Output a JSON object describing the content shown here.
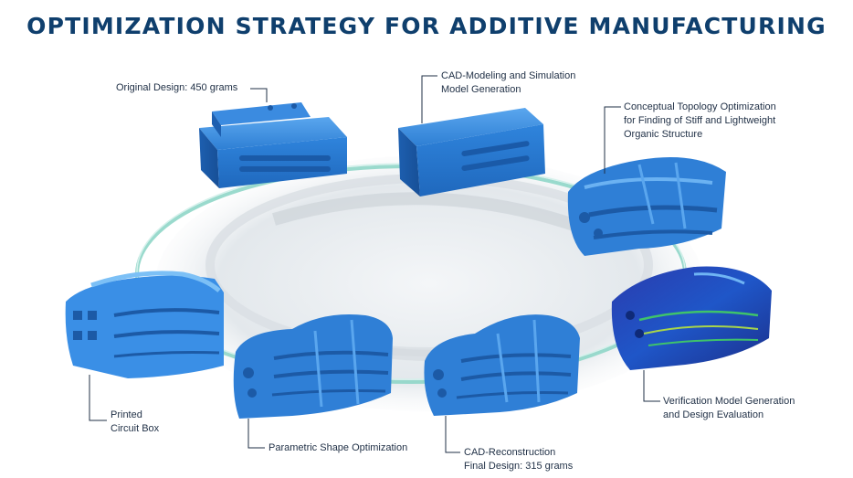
{
  "title": "OPTIMIZATION STRATEGY FOR ADDITIVE MANUFACTURING",
  "colors": {
    "title": "#0f3f6d",
    "part": "#2f7fd6",
    "ring": "#8fd6c8",
    "fea": "#2c3fb0"
  },
  "steps": [
    {
      "id": "original",
      "lines": [
        "Original Design: 450 grams"
      ]
    },
    {
      "id": "cad-model",
      "lines": [
        "CAD-Modeling and Simulation",
        "Model Generation"
      ]
    },
    {
      "id": "topology",
      "lines": [
        "Conceptual Topology Optimization",
        "for Finding of Stiff and Lightweight",
        "Organic Structure"
      ]
    },
    {
      "id": "verification",
      "lines": [
        "Verification Model Generation",
        "and Design Evaluation"
      ]
    },
    {
      "id": "cad-recon",
      "lines": [
        "CAD-Reconstruction",
        "Final Design: 315 grams"
      ]
    },
    {
      "id": "parametric",
      "lines": [
        "Parametric Shape Optimization"
      ]
    },
    {
      "id": "printed",
      "lines": [
        "Printed",
        "Circuit Box"
      ]
    }
  ]
}
